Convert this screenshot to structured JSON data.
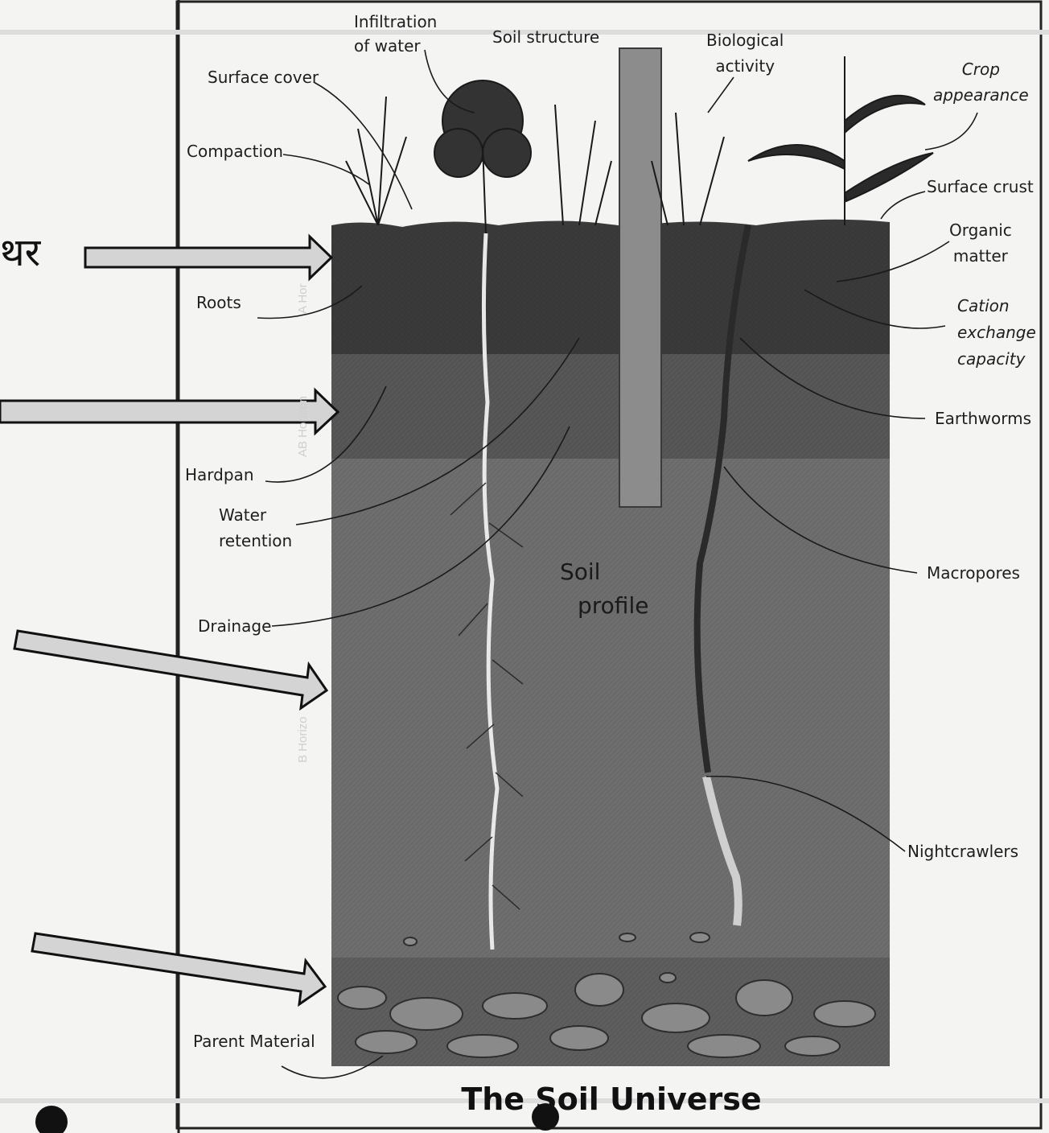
{
  "title": "The Soil Universe",
  "left_fragment": "थर",
  "center_label": {
    "line1": "Soil",
    "line2": "profile"
  },
  "horizons": {
    "a": "A Hor",
    "ab": "AB Horizon",
    "b": "B Horizo"
  },
  "labels": {
    "infiltration": [
      "Infiltration",
      "of water"
    ],
    "soil_structure": "Soil structure",
    "biological_activity": [
      "Biological",
      "activity"
    ],
    "crop_appearance": [
      "Crop",
      "appearance"
    ],
    "surface_cover": "Surface cover",
    "compaction": "Compaction",
    "surface_crust": "Surface crust",
    "organic_matter": [
      "Organic",
      "matter"
    ],
    "roots": "Roots",
    "cation_exchange": [
      "Cation",
      "exchange",
      "capacity"
    ],
    "earthworms": "Earthworms",
    "hardpan": "Hardpan",
    "water_retention": [
      "Water",
      "retention"
    ],
    "macropores": "Macropores",
    "drainage": "Drainage",
    "nightcrawlers": "Nightcrawlers",
    "parent_material": "Parent Material"
  },
  "colors": {
    "topsoil": "#3d3d3d",
    "ab_horizon": "#555555",
    "subsoil": "#6c6c6c",
    "rocks": "#5a5a5a",
    "arrow_fill": "#d4d4d4"
  }
}
